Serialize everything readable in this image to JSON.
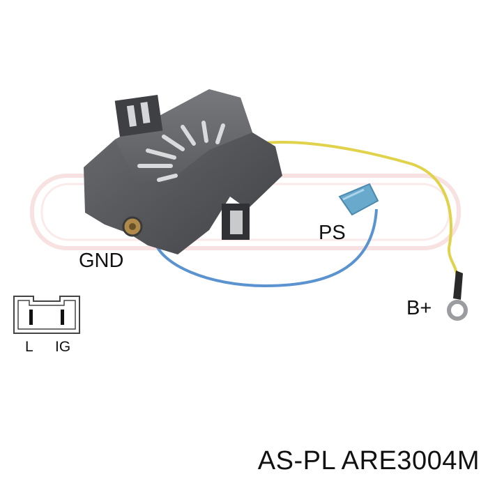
{
  "terminals": {
    "gnd": "GND",
    "ps": "PS",
    "b_plus": "B+",
    "l": "L",
    "ig": "IG"
  },
  "caption": "AS-PL ARE3004M",
  "colors": {
    "regulator_body": "#55575b",
    "ps_wire": "#5a93cf",
    "b_plus_wire": "#e0d24a",
    "watermark": "#f2c9c9",
    "text": "#111111"
  }
}
